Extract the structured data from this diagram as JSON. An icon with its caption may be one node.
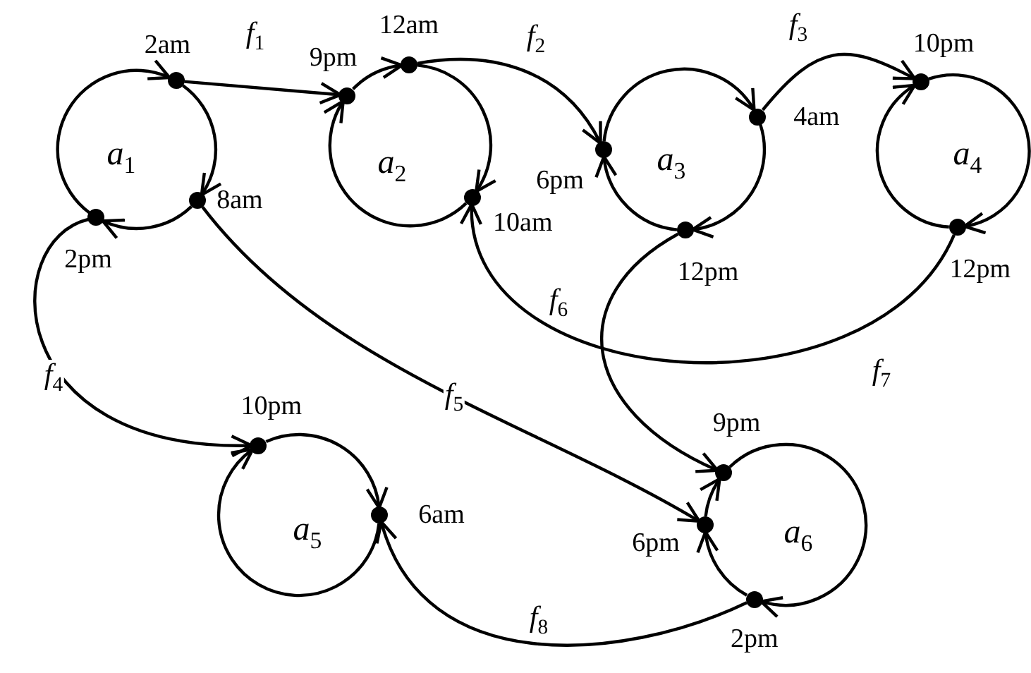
{
  "diagram": {
    "nodes": [
      {
        "text": [],
        "shape": "circle",
        "beside": [
          "2am"
        ]
      },
      {
        "text": [],
        "shape": "circle",
        "beside": [
          "8am"
        ]
      },
      {
        "text": [],
        "shape": "circle",
        "beside": [
          "2pm"
        ]
      },
      {
        "text": [],
        "shape": "circle",
        "beside": [
          "9pm"
        ]
      },
      {
        "text": [],
        "shape": "circle",
        "beside": [
          "12am"
        ]
      },
      {
        "text": [],
        "shape": "circle",
        "beside": [
          "10am"
        ]
      },
      {
        "text": [],
        "shape": "circle",
        "beside": [
          "6pm"
        ]
      },
      {
        "text": [],
        "shape": "circle",
        "beside": [
          "4am"
        ]
      },
      {
        "text": [],
        "shape": "circle",
        "beside": [
          "12pm"
        ]
      },
      {
        "text": [],
        "shape": "circle",
        "beside": [
          "10pm"
        ]
      },
      {
        "text": [],
        "shape": "circle",
        "beside": [
          "12pm"
        ]
      },
      {
        "text": [],
        "shape": "circle",
        "beside": [
          "10pm"
        ]
      },
      {
        "text": [],
        "shape": "circle",
        "beside": [
          "6am"
        ]
      },
      {
        "text": [],
        "shape": "circle",
        "beside": [
          "9pm"
        ]
      },
      {
        "text": [],
        "shape": "circle",
        "beside": [
          "6pm"
        ]
      },
      {
        "text": [],
        "shape": "circle",
        "beside": [
          "2pm"
        ]
      }
    ],
    "edges": [
      {
        "from": 0,
        "to": 3,
        "arrow": "to",
        "label": "f$_{1}$"
      },
      {
        "from": 4,
        "to": 6,
        "arrow": "to",
        "label": "f$_{2}$"
      },
      {
        "from": 7,
        "to": 9,
        "arrow": "to",
        "label": "f$_{3}$"
      },
      {
        "from": 2,
        "to": 11,
        "arrow": "to",
        "label": "f$_{4}$"
      },
      {
        "from": 1,
        "to": 14,
        "arrow": "to",
        "label": "f$_{5}$"
      },
      {
        "from": 8,
        "to": 13,
        "arrow": "to",
        "label": "f$_{6}$"
      },
      {
        "from": 10,
        "to": 5,
        "arrow": "to",
        "label": "f$_{7}$"
      },
      {
        "from": 15,
        "to": 12,
        "arrow": "to",
        "label": "f$_{8}$"
      },
      {
        "from": 0,
        "to": 1,
        "arrow": "to"
      },
      {
        "from": 1,
        "to": 2,
        "arrow": "to"
      },
      {
        "from": 2,
        "to": 0,
        "arrow": "to"
      },
      {
        "from": 3,
        "to": 4,
        "arrow": "to"
      },
      {
        "from": 4,
        "to": 5,
        "arrow": "to"
      },
      {
        "from": 5,
        "to": 3,
        "arrow": "to"
      },
      {
        "from": 6,
        "to": 7,
        "arrow": "to"
      },
      {
        "from": 7,
        "to": 8,
        "arrow": "to"
      },
      {
        "from": 8,
        "to": 6,
        "arrow": "to"
      },
      {
        "from": 9,
        "to": 10,
        "arrow": "to"
      },
      {
        "from": 10,
        "to": 9,
        "arrow": "to"
      },
      {
        "from": 11,
        "to": 12,
        "arrow": "to"
      },
      {
        "from": 12,
        "to": 11,
        "arrow": "to"
      },
      {
        "from": 13,
        "to": 15,
        "arrow": "to"
      },
      {
        "from": 15,
        "to": 14,
        "arrow": "to"
      },
      {
        "from": 14,
        "to": 13,
        "arrow": "to"
      }
    ],
    "labels": [
      "a$_{1}$",
      "a$_{2}$",
      "a$_{3}$",
      "a$_{4}$",
      "a$_{5}$",
      "a$_{6}$"
    ]
  }
}
